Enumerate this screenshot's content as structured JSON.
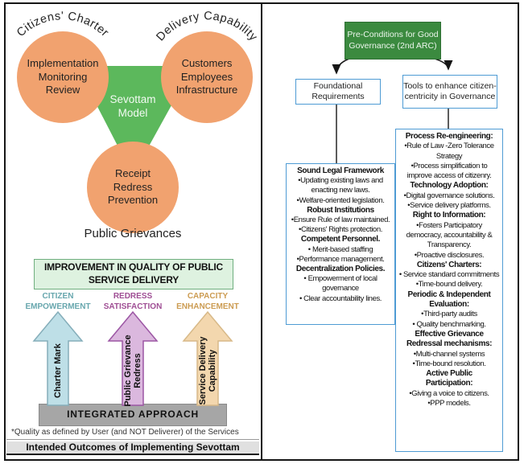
{
  "colors": {
    "circle_orange": "#F1A26F",
    "triangle_green": "#5CB85C",
    "outcome_header_bg": "#DEF2E0",
    "outcome_header_border": "#70AF7F",
    "root_box_green": "#3B8A3F",
    "flow_box_border_blue": "#4E9BD4",
    "citizen_label_teal": "#68A7AE",
    "redress_label_magenta": "#9F4E94",
    "capacity_label_gold": "#CC9C52",
    "arrow_blue_fill": "#BEDFE7",
    "arrow_purple_fill": "#DBB8DE",
    "arrow_tan_fill": "#F3D7AE",
    "platform_gray": "#A6A6A6"
  },
  "left_panel": {
    "sevottam_model": {
      "arc_label_left": "Citizens' Charter",
      "arc_label_right": "Delivery Capability",
      "center_label": "Sevottam Model",
      "circle_left_lines": [
        "Implementation",
        "Monitoring",
        "Review"
      ],
      "circle_right_lines": [
        "Customers",
        "Employees",
        "Infrastructure"
      ],
      "circle_bottom_lines": [
        "Receipt",
        "Redress",
        "Prevention"
      ],
      "bottom_caption": "Public Grievances"
    },
    "outcomes": {
      "header": "IMPROVEMENT IN QUALITY OF PUBLIC SERVICE DELIVERY",
      "arrows": [
        {
          "label": "CITIZEN EMPOWERMENT",
          "text": "Charter Mark"
        },
        {
          "label": "REDRESS SATISFACTION",
          "text": "Public Grievance Redress"
        },
        {
          "label": "CAPACITY ENHANCEMENT",
          "text": "Service Delivery Capability"
        }
      ],
      "platform": "INTEGRATED APPROACH",
      "footnote": "*Quality as defined by User (and NOT Deliverer) of the Services",
      "strip": "Intended Outcomes of Implementing Sevottam"
    }
  },
  "right_panel": {
    "root": "Pre-Conditions for Good Governance (2nd ARC)",
    "branch_left": "Foundational Requirements",
    "branch_right": "Tools to enhance citizen-centricity in Governance",
    "foundational_items": [
      {
        "text": "Sound Legal Framework",
        "bold": true
      },
      {
        "text": "•Updating existing laws and enacting new laws.",
        "bold": false
      },
      {
        "text": "•Welfare-oriented legislation.",
        "bold": false
      },
      {
        "text": "Robust Institutions",
        "bold": true
      },
      {
        "text": "•Ensure Rule of law maintained.",
        "bold": false
      },
      {
        "text": "•Citizens' Rights protection.",
        "bold": false
      },
      {
        "text": "Competent Personnel.",
        "bold": true
      },
      {
        "text": "• Merit-based staffing",
        "bold": false
      },
      {
        "text": "•Performance management.",
        "bold": false
      },
      {
        "text": "Decentralization Policies.",
        "bold": true
      },
      {
        "text": "• Empowerment of local governance",
        "bold": false
      },
      {
        "text": "• Clear accountability lines.",
        "bold": false
      }
    ],
    "tools_items": [
      {
        "text": "Process Re-engineering:",
        "bold": true
      },
      {
        "text": "•Rule of Law -Zero Tolerance Strategy",
        "bold": false
      },
      {
        "text": "•Process simplification to improve access of citizenry.",
        "bold": false
      },
      {
        "text": "Technology Adoption:",
        "bold": true
      },
      {
        "text": "•Digital governance solutions.",
        "bold": false
      },
      {
        "text": "•Service delivery platforms.",
        "bold": false
      },
      {
        "text": "Right to Information:",
        "bold": true
      },
      {
        "text": "•Fosters Participatory democracy, accountability & Transparency.",
        "bold": false
      },
      {
        "text": "•Proactive disclosures.",
        "bold": false
      },
      {
        "text": "Citizens' Charters:",
        "bold": true
      },
      {
        "text": "• Service standard commitments",
        "bold": false
      },
      {
        "text": "•Time-bound delivery.",
        "bold": false
      },
      {
        "text": "Periodic & Independent",
        "bold": true
      },
      {
        "text": "Evaluation:",
        "bold": true
      },
      {
        "text": "•Third-party audits",
        "bold": false
      },
      {
        "text": "• Quality benchmarking.",
        "bold": false
      },
      {
        "text": "Effective Grievance",
        "bold": true
      },
      {
        "text": "Redressal mechanisms:",
        "bold": true
      },
      {
        "text": "•Multi-channel systems",
        "bold": false
      },
      {
        "text": "•Time-bound resolution.",
        "bold": false
      },
      {
        "text": "Active Public",
        "bold": true
      },
      {
        "text": "Participation:",
        "bold": true
      },
      {
        "text": "•Giving a voice to citizens.",
        "bold": false
      },
      {
        "text": "•PPP models.",
        "bold": false
      }
    ]
  }
}
